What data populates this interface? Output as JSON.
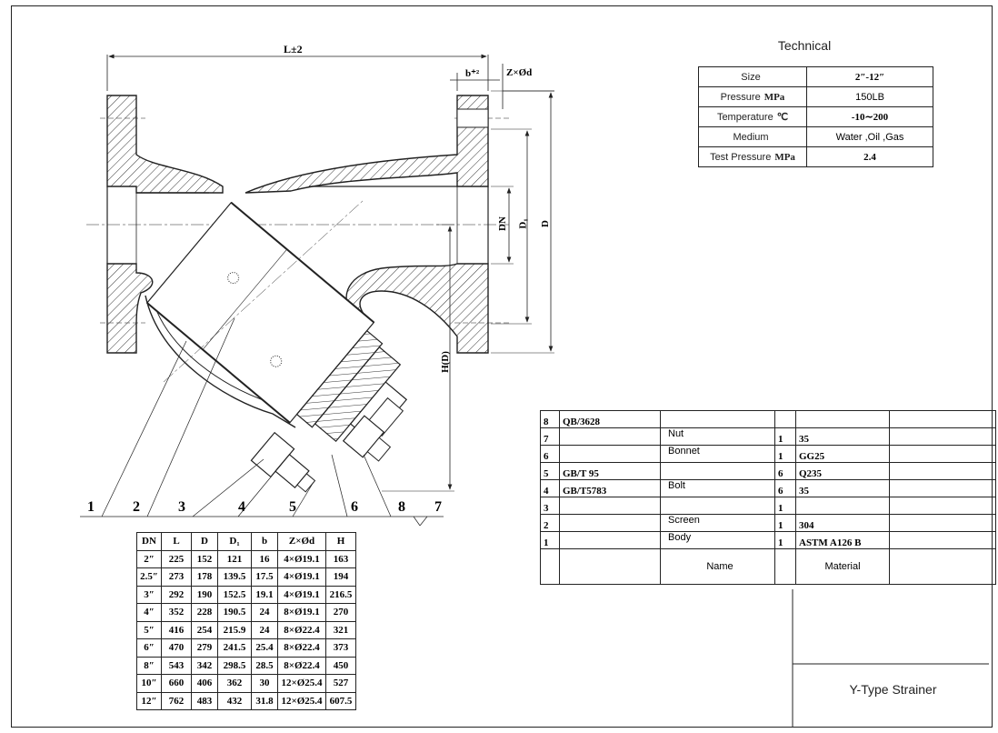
{
  "technical": {
    "title": "Technical",
    "rows": [
      {
        "key": "Size",
        "unit": "",
        "value": "2″-12″"
      },
      {
        "key": "Pressure",
        "unit": "MPa",
        "value": "150LB"
      },
      {
        "key": "Temperature",
        "unit": "℃",
        "value": "-10∼200"
      },
      {
        "key": "Medium",
        "unit": "",
        "value": "Water ,Oil ,Gas"
      },
      {
        "key": "Test Pressure",
        "unit": "MPa",
        "value": "2.4"
      }
    ]
  },
  "drawing_labels": {
    "length": "L±2",
    "b_tol": "b⁺²",
    "bolt_holes": "Z×Ød",
    "dn": "DN",
    "d1": "D₁",
    "d": "D",
    "h": "H(D)",
    "callouts": [
      "1",
      "2",
      "3",
      "4",
      "5",
      "6",
      "8",
      "7"
    ]
  },
  "dimensions": {
    "headers": [
      "DN",
      "L",
      "D",
      "D₁",
      "b",
      "Z×Ød",
      "H"
    ],
    "rows": [
      [
        "2″",
        "225",
        "152",
        "121",
        "16",
        "4×Ø19.1",
        "163"
      ],
      [
        "2.5″",
        "273",
        "178",
        "139.5",
        "17.5",
        "4×Ø19.1",
        "194"
      ],
      [
        "3″",
        "292",
        "190",
        "152.5",
        "19.1",
        "4×Ø19.1",
        "216.5"
      ],
      [
        "4″",
        "352",
        "228",
        "190.5",
        "24",
        "8×Ø19.1",
        "270"
      ],
      [
        "5″",
        "416",
        "254",
        "215.9",
        "24",
        "8×Ø22.4",
        "321"
      ],
      [
        "6″",
        "470",
        "279",
        "241.5",
        "25.4",
        "8×Ø22.4",
        "373"
      ],
      [
        "8″",
        "543",
        "342",
        "298.5",
        "28.5",
        "8×Ø22.4",
        "450"
      ],
      [
        "10″",
        "660",
        "406",
        "362",
        "30",
        "12×Ø25.4",
        "527"
      ],
      [
        "12″",
        "762",
        "483",
        "432",
        "31.8",
        "12×Ø25.4",
        "607.5"
      ]
    ]
  },
  "parts": {
    "rows": [
      {
        "no": "8",
        "std": "QB/3628",
        "name": "",
        "qty": "",
        "material": ""
      },
      {
        "no": "7",
        "std": "",
        "name": "Nut",
        "qty": "1",
        "material": "35"
      },
      {
        "no": "6",
        "std": "",
        "name": "Bonnet",
        "qty": "1",
        "material": "GG25"
      },
      {
        "no": "5",
        "std": "GB/T 95",
        "name": "",
        "qty": "6",
        "material": "Q235"
      },
      {
        "no": "4",
        "std": "GB/T5783",
        "name": "Bolt",
        "qty": "6",
        "material": "35"
      },
      {
        "no": "3",
        "std": "",
        "name": "",
        "qty": "1",
        "material": ""
      },
      {
        "no": "2",
        "std": "",
        "name": "Screen",
        "qty": "1",
        "material": "304"
      },
      {
        "no": "1",
        "std": "",
        "name": "Body",
        "qty": "1",
        "material": "ASTM A126 B"
      }
    ],
    "header_name": "Name",
    "header_material": "Material"
  },
  "title_block": {
    "name": "Y-Type Strainer"
  }
}
